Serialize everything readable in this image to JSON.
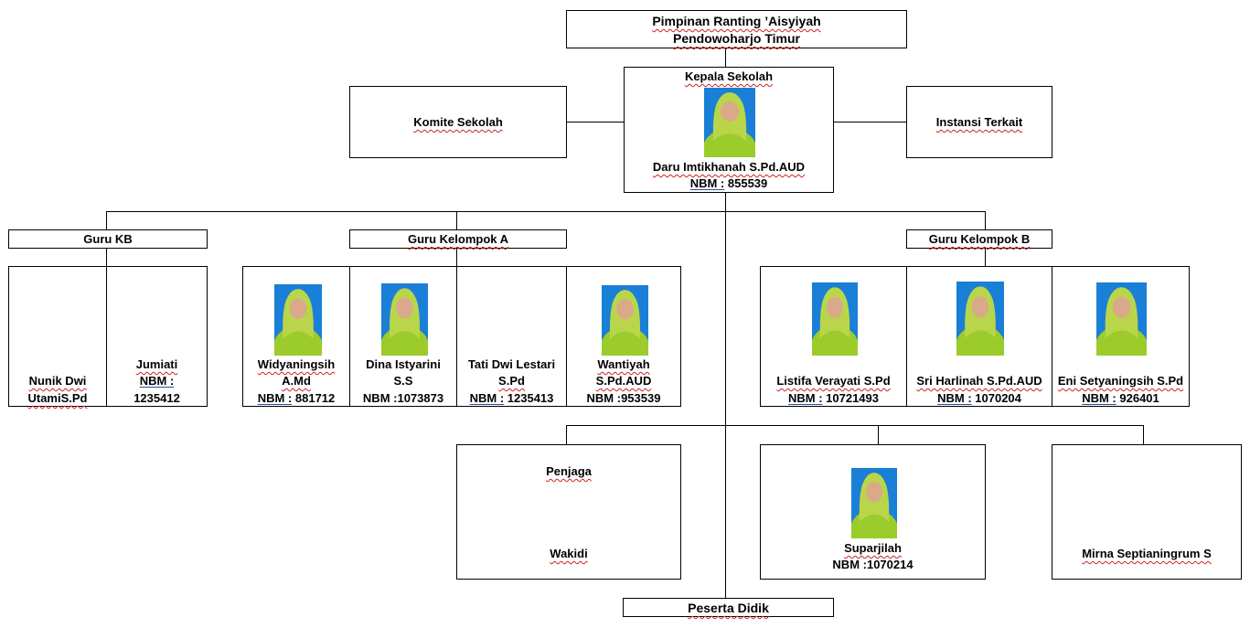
{
  "top": {
    "line1": "Pimpinan Ranting ’Aisyiyah",
    "line2": "Pendowoharjo Timur"
  },
  "kepala": {
    "title": "Kepala Sekolah",
    "name": "Daru Imtikhanah S.Pd.AUD",
    "nbm_label": "NBM :",
    "nbm_value": " 855539"
  },
  "komite": "Komite Sekolah",
  "instansi": "Instansi Terkait",
  "groups": {
    "kb": "Guru KB",
    "a": "Guru Kelompok A",
    "b": "Guru Kelompok B"
  },
  "kb": [
    {
      "line1": "Nunik Dwi",
      "line2": "UtamiS.Pd"
    },
    {
      "name": "Jumiati",
      "nbm_label": "NBM :",
      "nbm_value": "1235412"
    }
  ],
  "groupA": [
    {
      "line1": "Widyaningsih",
      "line2": "A.Md",
      "nbm_label": "NBM :",
      "nbm_value": " 881712"
    },
    {
      "line1": "Dina Istyarini",
      "line2": "S.S",
      "nbm": "NBM :1073873"
    },
    {
      "line1": "Tati Dwi Lestari",
      "line2": "S.Pd",
      "nbm_label": "NBM :",
      "nbm_value": " 1235413"
    },
    {
      "line1": "Wantiyah",
      "line2": "S.Pd.AUD",
      "nbm": "NBM :953539"
    }
  ],
  "groupB": [
    {
      "name": "Listifa Verayati S.Pd",
      "nbm_label": "NBM :",
      "nbm_value": " 10721493"
    },
    {
      "name": "Sri Harlinah S.Pd.AUD",
      "nbm_label": "NBM :",
      "nbm_value": " 1070204"
    },
    {
      "name": "Eni Setyaningsih S.Pd",
      "nbm_label": "NBM :",
      "nbm_value": " 926401"
    }
  ],
  "staff": {
    "penjaga_title": "Penjaga",
    "penjaga_name": "Wakidi",
    "suparjilah": "Suparjilah",
    "suparjilah_nbm": "NBM :1070214",
    "mirna": "Mirna Septianingrum S"
  },
  "bottom": "Peserta Didik",
  "colors": {
    "photo_bg": "#1a7fd6",
    "hijab": "#b9d64a",
    "uniform": "#9ccc2c",
    "spellcheck": "#d02020"
  }
}
